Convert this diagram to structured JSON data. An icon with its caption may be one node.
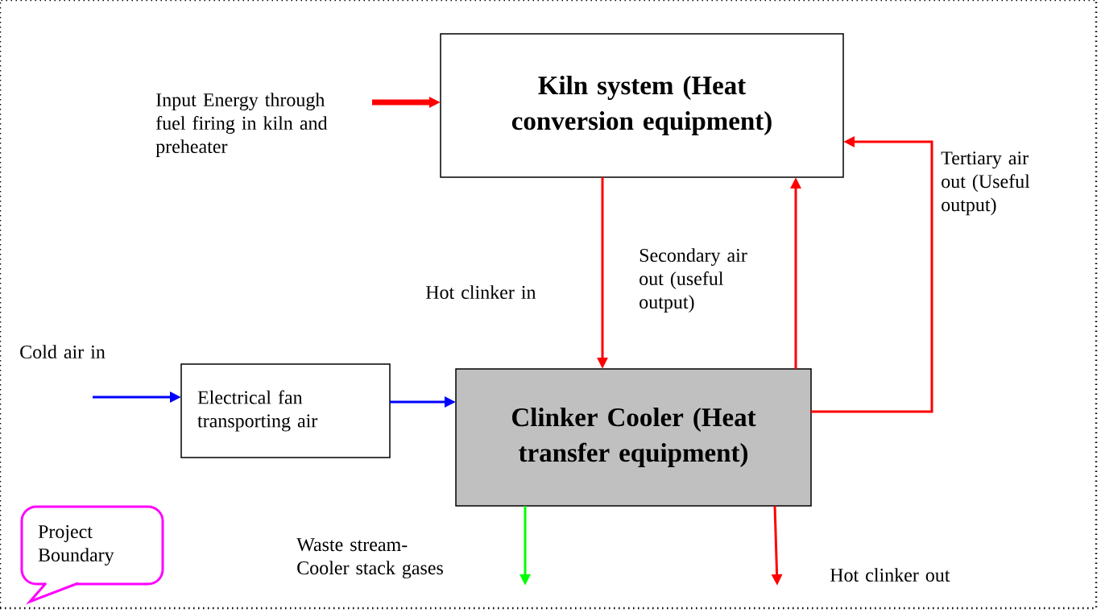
{
  "diagram": {
    "nodes": [
      {
        "text": [],
        "shape": "box"
      },
      {
        "text": [
          "Kiln system (Heat conversion equipment)"
        ],
        "in": 0
      },
      {
        "text": [
          "Electrical fan transporting air"
        ],
        "in": 0
      },
      {
        "text": [
          "Clinker Cooler (Heat transfer equipment)"
        ],
        "in": 0
      },
      {
        "text": [
          "Project Boundary"
        ],
        "in": 0
      }
    ],
    "edges": [
      {
        "from": null,
        "to": 1,
        "arrow": "to",
        "label": "Input Energy through fuel firing in kiln and preheater",
        "style": "thick"
      },
      {
        "from": 1,
        "to": 3,
        "arrow": "to",
        "label": "Hot clinker in"
      },
      {
        "from": 3,
        "to": 1,
        "arrow": "to",
        "label": "Secondary air out (useful output)"
      },
      {
        "from": 3,
        "to": 1,
        "arrow": "to",
        "label": "Tertiary air out (Useful output)"
      },
      {
        "from": null,
        "to": 2,
        "arrow": "to",
        "label": "Cold air in",
        "color": "#0000ff"
      },
      {
        "from": 2,
        "to": 3,
        "arrow": "to",
        "color": "#0000ff"
      },
      {
        "from": 3,
        "to": null,
        "arrow": "to",
        "label": "Waste stream- Cooler stack gases",
        "color": "#00ff00"
      },
      {
        "from": 3,
        "to": null,
        "arrow": "to",
        "label": "Hot clinker out"
      }
    ]
  }
}
